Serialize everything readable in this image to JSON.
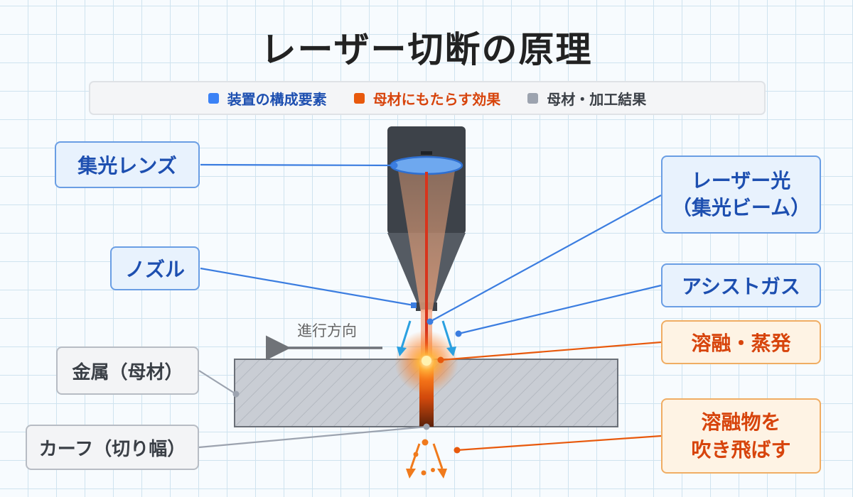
{
  "title": "レーザー切断の原理",
  "legend": [
    {
      "label": "装置の構成要素",
      "color": "#3b82f6",
      "text_color": "#1d4fb0"
    },
    {
      "label": "母材にもたらす効果",
      "color": "#e8590c",
      "text_color": "#d7440c"
    },
    {
      "label": "母材・加工結果",
      "color": "#9ca3af",
      "text_color": "#3a3f46"
    }
  ],
  "labels": {
    "focus_lens": "集光レンズ",
    "nozzle": "ノズル",
    "laser_light_line1": "レーザー光",
    "laser_light_line2": "（集光ビーム）",
    "assist_gas": "アシストガス",
    "melt_evaporate": "溶融・蒸発",
    "blow_off_line1": "溶融物を",
    "blow_off_line2": "吹き飛ばす",
    "metal": "金属（母材）",
    "kerf": "カーフ（切り幅）",
    "direction": "進行方向"
  }
}
